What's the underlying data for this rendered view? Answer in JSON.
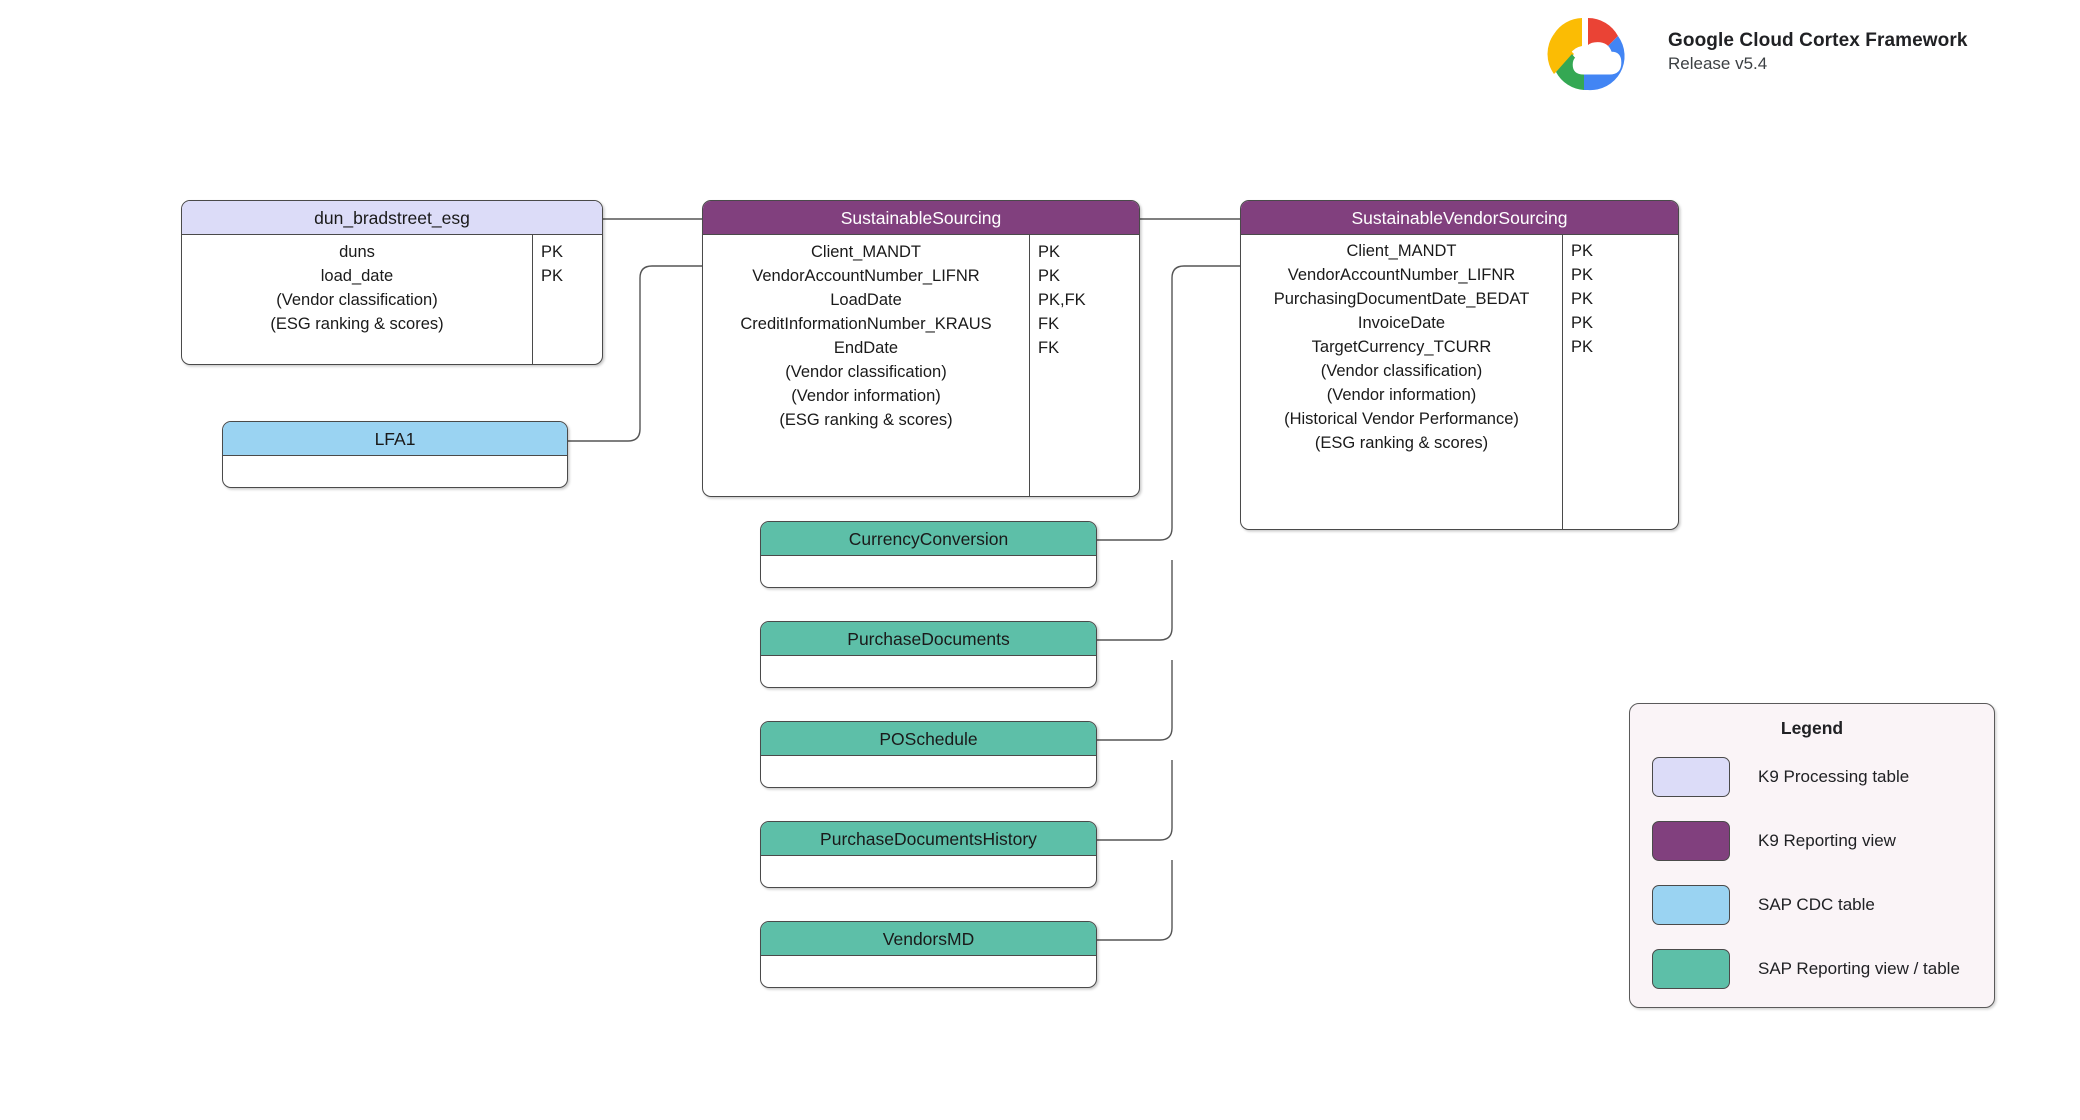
{
  "brand": {
    "title": "Google Cloud Cortex Framework",
    "release": "Release v5.4",
    "logo_icon": "google-cloud-logo",
    "colors": {
      "red": "#EA4335",
      "blue": "#4285F4",
      "yellow": "#FBBC04",
      "green": "#34A853"
    }
  },
  "palette": {
    "k9_processing_table": "#dcdcf8",
    "k9_reporting_view": "#81407e",
    "sap_cdc_table": "#9ad3f2",
    "sap_reporting_view": "#5dbfa8",
    "border": "#4a4a4a",
    "legend_background": "#faf4f7"
  },
  "entities": [
    {
      "id": "dun-bradstreet-esg",
      "name": "dun_bradstreet_esg",
      "type": "k9proc",
      "fields": [
        {
          "name": "duns",
          "key": "PK"
        },
        {
          "name": "load_date",
          "key": "PK"
        },
        {
          "name": "(Vendor classification)",
          "key": ""
        },
        {
          "name": "(ESG ranking & scores)",
          "key": ""
        }
      ]
    },
    {
      "id": "lfa1",
      "name": "LFA1",
      "type": "sapcdc",
      "fields": []
    },
    {
      "id": "sustainable-sourcing",
      "name": "SustainableSourcing",
      "type": "k9view",
      "fields": [
        {
          "name": "Client_MANDT",
          "key": "PK"
        },
        {
          "name": "VendorAccountNumber_LIFNR",
          "key": "PK"
        },
        {
          "name": "LoadDate",
          "key": "PK,FK"
        },
        {
          "name": "CreditInformationNumber_KRAUS",
          "key": "FK"
        },
        {
          "name": "EndDate",
          "key": "FK"
        },
        {
          "name": "(Vendor classification)",
          "key": ""
        },
        {
          "name": "(Vendor information)",
          "key": ""
        },
        {
          "name": "(ESG ranking & scores)",
          "key": ""
        }
      ]
    },
    {
      "id": "sustainable-vendor-sourcing",
      "name": "SustainableVendorSourcing",
      "type": "k9view",
      "fields": [
        {
          "name": "Client_MANDT",
          "key": "PK"
        },
        {
          "name": "VendorAccountNumber_LIFNR",
          "key": "PK"
        },
        {
          "name": "PurchasingDocumentDate_BEDAT",
          "key": "PK"
        },
        {
          "name": "InvoiceDate",
          "key": "PK"
        },
        {
          "name": "TargetCurrency_TCURR",
          "key": "PK"
        },
        {
          "name": "(Vendor classification)",
          "key": ""
        },
        {
          "name": "(Vendor information)",
          "key": ""
        },
        {
          "name": "(Historical Vendor Performance)",
          "key": ""
        },
        {
          "name": "(ESG ranking & scores)",
          "key": ""
        }
      ]
    },
    {
      "id": "currency-conversion",
      "name": "CurrencyConversion",
      "type": "sapview",
      "fields": []
    },
    {
      "id": "purchase-documents",
      "name": "PurchaseDocuments",
      "type": "sapview",
      "fields": []
    },
    {
      "id": "po-schedule",
      "name": "POSchedule",
      "type": "sapview",
      "fields": []
    },
    {
      "id": "purchase-documents-history",
      "name": "PurchaseDocumentsHistory",
      "type": "sapview",
      "fields": []
    },
    {
      "id": "vendors-md",
      "name": "VendorsMD",
      "type": "sapview",
      "fields": []
    }
  ],
  "legend": {
    "title": "Legend",
    "items": [
      {
        "label": "K9 Processing table",
        "color": "#dcdcf8"
      },
      {
        "label": "K9 Reporting view",
        "color": "#81407e"
      },
      {
        "label": "SAP CDC table",
        "color": "#9ad3f2"
      },
      {
        "label": "SAP Reporting view / table",
        "color": "#5dbfa8"
      }
    ]
  },
  "relationships": [
    {
      "from": "dun-bradstreet-esg",
      "to": "sustainable-sourcing"
    },
    {
      "from": "lfa1",
      "to": "sustainable-sourcing"
    },
    {
      "from": "sustainable-sourcing",
      "to": "sustainable-vendor-sourcing"
    },
    {
      "from": "currency-conversion",
      "to": "sustainable-vendor-sourcing"
    },
    {
      "from": "purchase-documents",
      "to": "sustainable-vendor-sourcing"
    },
    {
      "from": "po-schedule",
      "to": "sustainable-vendor-sourcing"
    },
    {
      "from": "purchase-documents-history",
      "to": "sustainable-vendor-sourcing"
    },
    {
      "from": "vendors-md",
      "to": "sustainable-vendor-sourcing"
    }
  ]
}
